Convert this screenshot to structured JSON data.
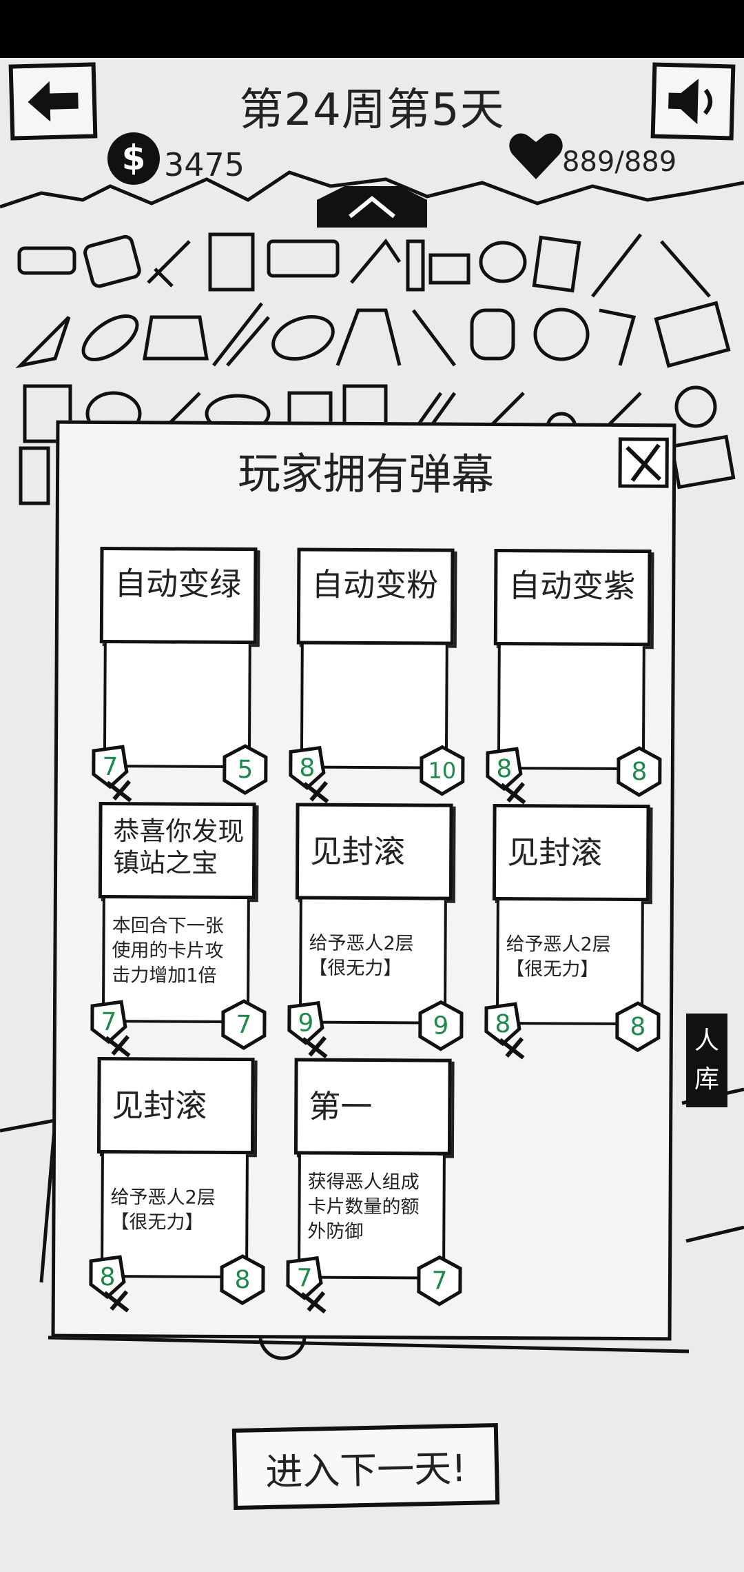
{
  "header": {
    "title": "第24周第5天",
    "money": "3475",
    "hp": "889/889"
  },
  "modal": {
    "title": "玩家拥有弹幕",
    "cards": [
      {
        "name": "自动变绿",
        "desc": "",
        "cost": "7",
        "attack": "5"
      },
      {
        "name": "自动变粉",
        "desc": "",
        "cost": "8",
        "attack": "10"
      },
      {
        "name": "自动变紫",
        "desc": "",
        "cost": "8",
        "attack": "8"
      },
      {
        "name": "恭喜你发现镇站之宝",
        "desc": "本回合下一张使用的卡片攻击力增加1倍",
        "cost": "7",
        "attack": "7"
      },
      {
        "name": "见封滚",
        "desc": "给予恶人2层【很无力】",
        "cost": "9",
        "attack": "9"
      },
      {
        "name": "见封滚",
        "desc": "给予恶人2层【很无力】",
        "cost": "8",
        "attack": "8"
      },
      {
        "name": "见封滚",
        "desc": "给予恶人2层【很无力】",
        "cost": "8",
        "attack": "8"
      },
      {
        "name": "第一",
        "desc": "获得恶人组成卡片数量的额外防御",
        "cost": "7",
        "attack": "7"
      }
    ]
  },
  "side_button": {
    "line1": "人",
    "line2": "库"
  },
  "next_day_button": "进入下一天!",
  "colors": {
    "badge_number": "#1e8a4a",
    "ink": "#111111",
    "paper": "#f4f4f4"
  }
}
